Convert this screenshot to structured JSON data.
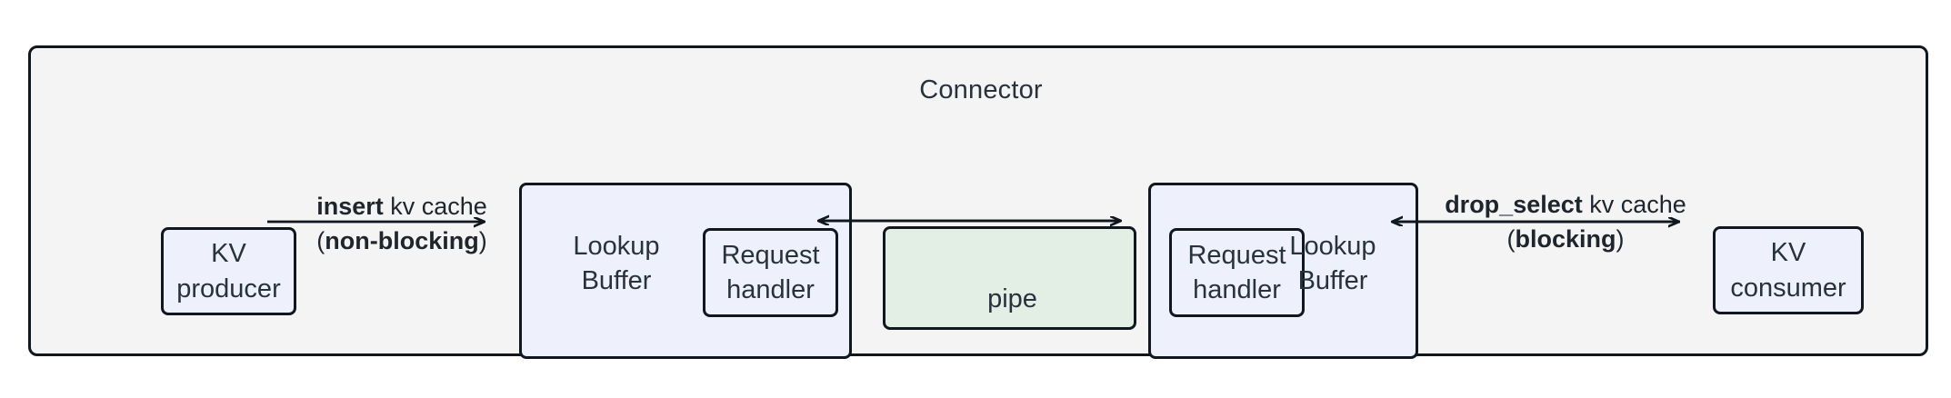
{
  "diagram": {
    "title": "Connector",
    "colors": {
      "canvas_bg": "#ffffff",
      "container_fill": "#f4f4f4",
      "node_fill": "#eef1fc",
      "pipe_fill": "#e3efe4",
      "stroke": "#10171e",
      "text": "#27323d"
    },
    "nodes": {
      "kv_producer": {
        "line1": "KV",
        "line2": "producer"
      },
      "kv_consumer": {
        "line1": "KV",
        "line2": "consumer"
      },
      "lookup_buffer_left": {
        "line1": "Lookup",
        "line2": "Buffer"
      },
      "lookup_buffer_right": {
        "line1": "Lookup",
        "line2": "Buffer"
      },
      "request_handler_left": {
        "line1": "Request",
        "line2": "handler"
      },
      "request_handler_right": {
        "line1": "Request",
        "line2": "handler"
      },
      "pipe": {
        "label": "pipe"
      }
    },
    "edges": {
      "insert": {
        "line1_bold": "insert",
        "line1_rest": " kv cache",
        "line2_open": "(",
        "line2_bold": "non-blocking",
        "line2_close": ")",
        "direction": "right"
      },
      "drop_select": {
        "line1_bold": "drop_select",
        "line1_rest": " kv cache",
        "line2_open": "(",
        "line2_bold": "blocking",
        "line2_close": ")",
        "direction": "bidirectional"
      },
      "pipe_transfer": {
        "direction": "bidirectional"
      }
    }
  }
}
